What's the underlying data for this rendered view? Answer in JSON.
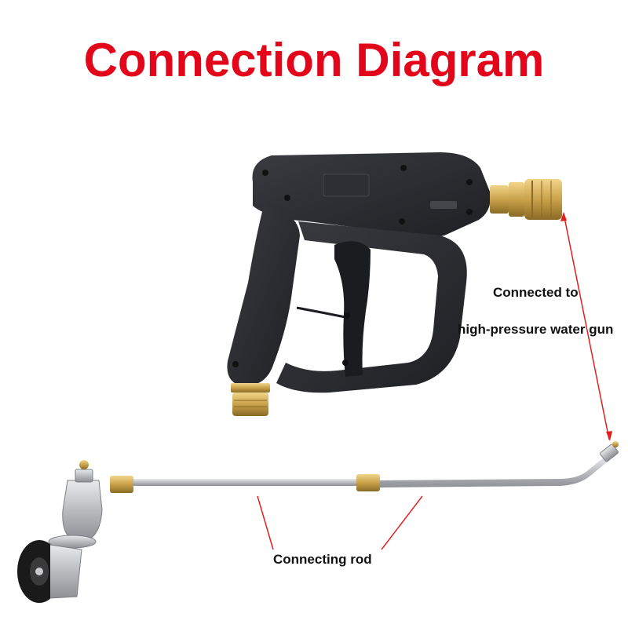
{
  "title": {
    "text": "Connection Diagram",
    "color": "#e3061a"
  },
  "labels": {
    "gun_line1": "Connected to",
    "gun_line2": "high-pressure water gun",
    "rod": "Connecting rod"
  },
  "colors": {
    "pointer": "#e02020",
    "gun_body": "#2b2c30",
    "brass": "#c9a24a",
    "steel": "#c7c9cc",
    "wheel": "#1a1a1a"
  }
}
